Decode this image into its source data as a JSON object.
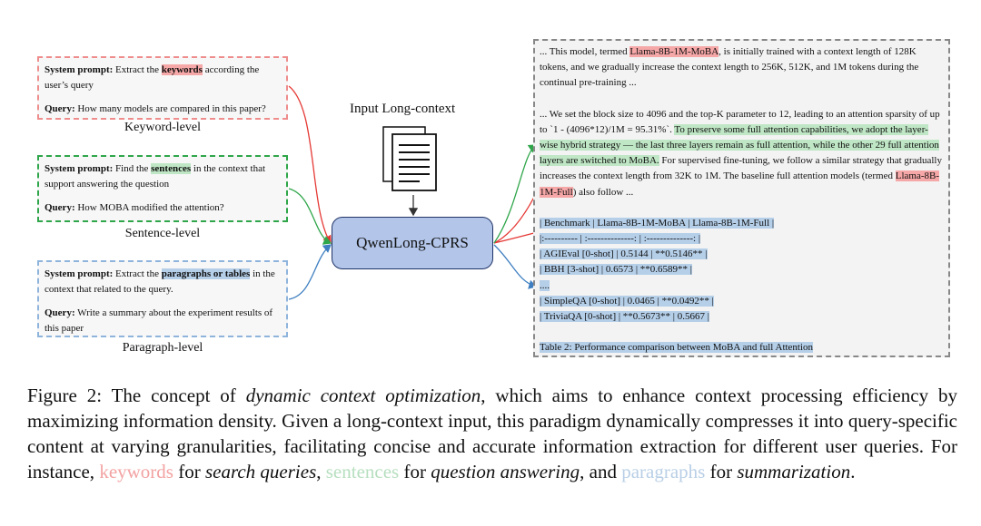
{
  "keyword_box": {
    "sys_label": "System prompt:",
    "sys_pre": " Extract the ",
    "sys_hl": "keywords",
    "sys_post": " according the user’s query",
    "query_label": "Query:",
    "query_text": " How many models are compared in this paper?",
    "level": "Keyword-level"
  },
  "sentence_box": {
    "sys_label": "System prompt:",
    "sys_pre": " Find the ",
    "sys_hl": "sentences",
    "sys_post": " in the context that support answering the  question",
    "query_label": "Query:",
    "query_text": " How MOBA modified the attention?",
    "level": "Sentence-level"
  },
  "paragraph_box": {
    "sys_label": "System prompt:",
    "sys_pre": " Extract the ",
    "sys_hl": "paragraphs or tables",
    "sys_post": " in the context that related to the query.",
    "query_label": "Query:",
    "query_text": " Write a summary about the experiment results of this paper",
    "level": "Paragraph-level"
  },
  "input_label": "Input Long-context",
  "model_name": "QwenLong-CPRS",
  "context": {
    "p1_a": "... This model, termed ",
    "p1_hl": "Llama-8B-1M-MoBA",
    "p1_b": ", is initially trained with a context length of 128K tokens, and we gradually increase the context length to 256K, 512K, and 1M tokens during the continual pre-training ...",
    "p2_a": "... We set the block size to 4096 and the top-K parameter to 12, leading to an attention sparsity of up to `1 - (4096*12)/1M = 95.31%`. ",
    "p2_hl": "To preserve some full attention capabilities, we adopt the layer-wise hybrid strategy — the last three layers remain as full attention, while the other 29 full attention layers are switched to MoBA.",
    "p2_b": " For supervised fine-tuning, we follow a similar strategy that gradually increases the context length from 32K to 1M. The baseline full attention models (termed ",
    "p2_hl2": "Llama-8B-1M-Full",
    "p2_c": ") also follow ...",
    "table_rows": [
      "| Benchmark | Llama-8B-1M-MoBA | Llama-8B-1M-Full |",
      "|:---------- | :--------------: | :--------------: |",
      "| AGIEval [0-shot] | 0.5144 | **0.5146** |",
      "| BBH [3-shot] | 0.6573 | **0.6589** |",
      "....",
      "| SimpleQA [0-shot] | 0.0465 | **0.0492** |",
      "| TriviaQA [0-shot] | **0.5673** | 0.5667 |"
    ],
    "table_caption": "Table 2: Performance comparison between MoBA and full Attention"
  },
  "caption": {
    "t1": "Figure 2: The concept of ",
    "t2": "dynamic context optimization",
    "t3": ", which aims to enhance context processing efficiency by maximizing information density. Given a long-context input, this paradigm dynamically compresses it into query-specific content at varying granularities, facilitating concise and accurate information extraction for different user queries. For instance, ",
    "t4": "keywords",
    "t5": " for ",
    "t6": "search queries",
    "t7": ", ",
    "t8": "sentences",
    "t9": " for ",
    "t10": "question answering",
    "t11": ", and ",
    "t12": "paragraphs",
    "t13": " for ",
    "t14": "summarization",
    "t15": "."
  },
  "colors": {
    "red": "#e53935",
    "green": "#2fa64a",
    "blue": "#3f7fc1",
    "model_fill": "#b3c6ea"
  }
}
